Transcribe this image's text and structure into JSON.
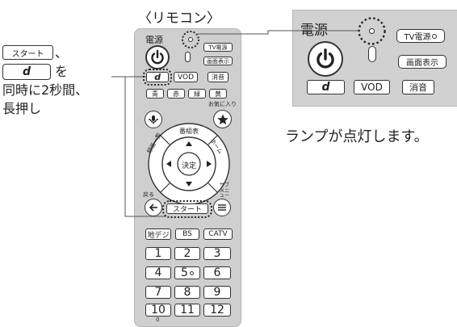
{
  "remote_title": "〈リモコン〉",
  "instructions": {
    "key_start": "スタート",
    "separator": "、",
    "key_d": "d",
    "particle": "を",
    "line3": "同時に2秒間、",
    "line4": "長押し"
  },
  "remote": {
    "power_label": "電源",
    "tv_power_label": "TV電源",
    "screen_display_label": "画面表示",
    "key_d": "d",
    "key_vod": "VOD",
    "key_mute": "消音",
    "color_keys": [
      "青",
      "赤",
      "緑",
      "黄"
    ],
    "favorites_label": "お気に入り",
    "program_guide_label": "番組表",
    "recorded_label": "録画一覧",
    "home_label": "ホーム",
    "ok_label": "決定",
    "back_label": "戻る",
    "sub_menu_label": "サブメニュー",
    "start_label": "スタート",
    "broadcast_keys": [
      "地デジ",
      "BS",
      "CATV"
    ],
    "number_keys": [
      "1",
      "2",
      "3",
      "4",
      "5",
      "6",
      "7",
      "8",
      "9",
      "10",
      "11",
      "12"
    ],
    "bottom_label": "0"
  },
  "zoom": {
    "power_label": "電源",
    "tv_power_label": "TV電源",
    "screen_display_label": "画面表示",
    "key_d": "d",
    "key_vod": "VOD",
    "key_mute": "消音"
  },
  "caption": "ランプが点灯します。"
}
